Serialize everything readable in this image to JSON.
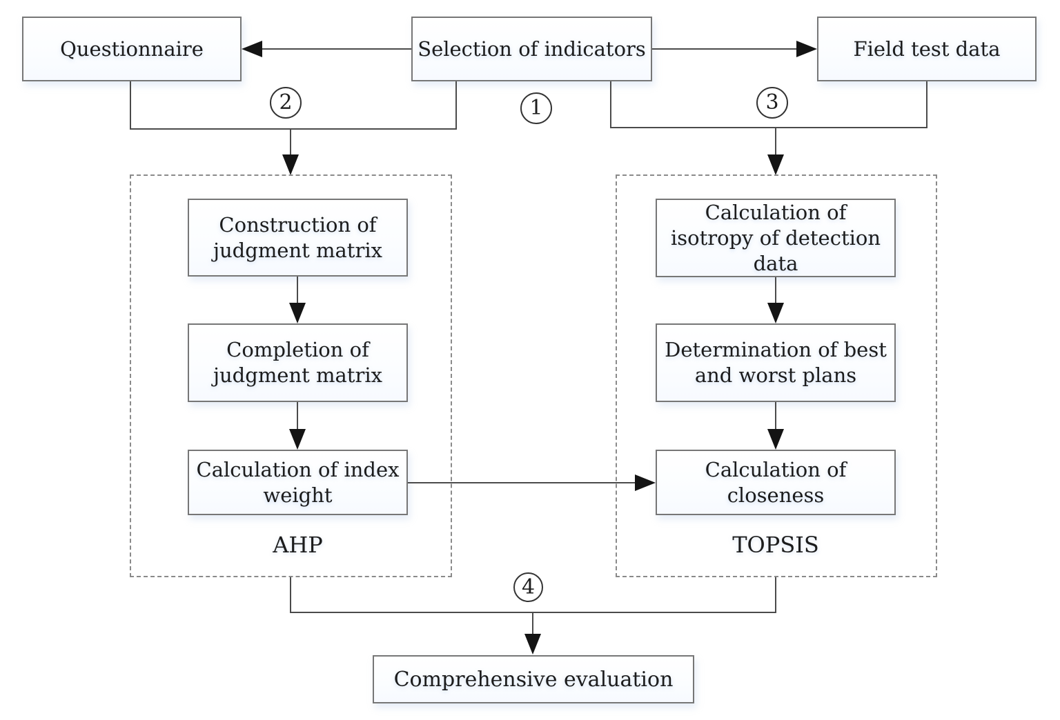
{
  "diagram": {
    "nodes": {
      "questionnaire": "Questionnaire",
      "selection": "Selection of indicators",
      "field_test": "Field test data",
      "construction": "Construction of\njudgment matrix",
      "completion": "Completion of\njudgment matrix",
      "index_weight": "Calculation of index\nweight",
      "isotropy": "Calculation of\nisotropy of detection\ndata",
      "best_worst": "Determination of best\nand worst plans",
      "closeness": "Calculation of\ncloseness",
      "comprehensive": "Comprehensive evaluation"
    },
    "groups": {
      "ahp": "AHP",
      "topsis": "TOPSIS"
    },
    "steps": {
      "one": "1",
      "two": "2",
      "three": "3",
      "four": "4"
    },
    "colors": {
      "background": "#ffffff",
      "box_border": "#767676",
      "dashed_border": "#8a8a8a",
      "connector_line": "#4a4a4a",
      "arrowhead": "#141414",
      "text": "#1c1c1c"
    }
  }
}
